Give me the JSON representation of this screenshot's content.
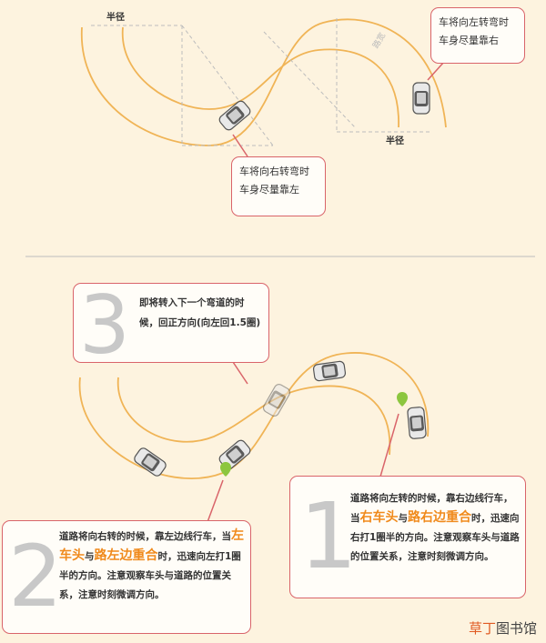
{
  "top": {
    "radius_label_left": "半径",
    "radius_label_right": "半径",
    "road_width_label": "路宽",
    "bubble_left_turn": "车将向左转弯时车身尽量靠右",
    "bubble_right_turn": "车将向右转弯时车身尽量靠左"
  },
  "bottom": {
    "step3": {
      "number": "3",
      "text": "即将转入下一个弯道的时候，回正方向(向左回1.5圈)"
    },
    "step2": {
      "number": "2",
      "pre": "道路将向右转的时候，靠左边线行车，当",
      "hl1": "左车头",
      "mid": "与",
      "hl2": "路左边重合",
      "post": "时，迅速向左打1圈半的方向。注意观察车头与道路的位置关系，注意时刻微调方向。"
    },
    "step1": {
      "number": "1",
      "pre": "道路将向左转的时候，靠右边线行车，当",
      "hl1": "右车头",
      "mid": "与",
      "hl2": "路右边重合",
      "post": "时，迅速向右打1圈半的方向。注意观察车头与道路的位置关系，注意时刻微调方向。"
    }
  },
  "watermark": {
    "part1": "草丁",
    "part2": "图书馆"
  },
  "colors": {
    "road_edge": "#f0b456",
    "bubble_border": "#d9646a",
    "highlight": "#f08a1c",
    "marker": "#8cc63f",
    "number": "#c8c8c8"
  }
}
